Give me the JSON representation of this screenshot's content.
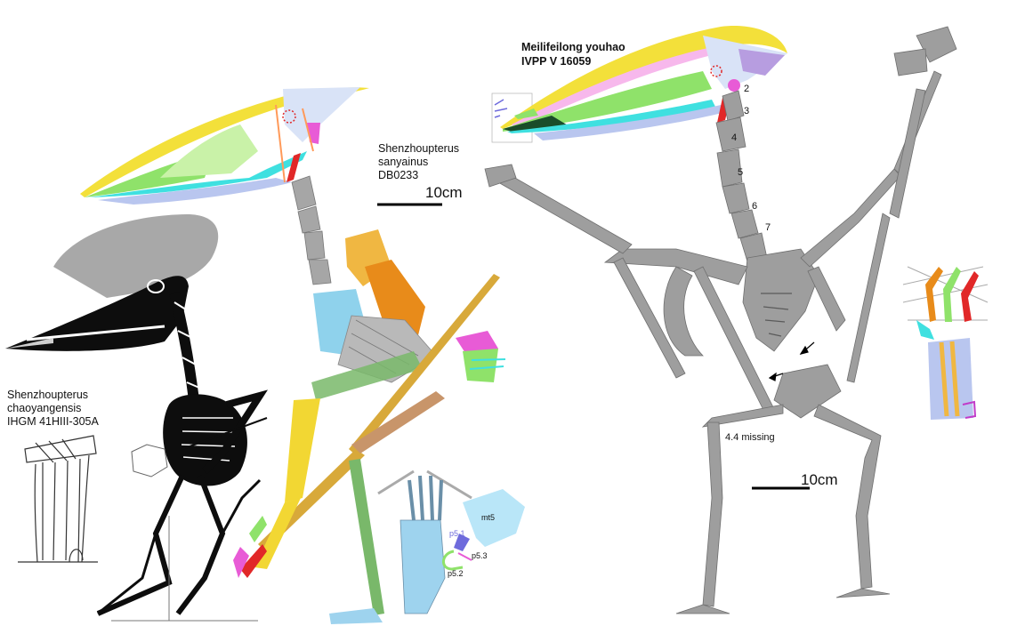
{
  "specimens": {
    "left": {
      "genus": "Shenzhoupterus",
      "species": "chaoyangensis",
      "catalog": "IHGM 41HIII-305A"
    },
    "middle": {
      "genus": "Shenzhoupterus",
      "species": "sanyainus",
      "catalog": "DB0233"
    },
    "right": {
      "name": "Meilifeilong youhao",
      "catalog": "IVPP V 16059"
    }
  },
  "scale_bars": {
    "middle": "10cm",
    "right": "10cm"
  },
  "vertebra_numbers": [
    "2",
    "3",
    "4",
    "5",
    "6",
    "7"
  ],
  "annotations": {
    "missing": "4.4 missing"
  },
  "foot_labels": {
    "mt5": "mt5",
    "p51": "p5.1",
    "p52": "p5.2",
    "p53": "p5.3"
  },
  "colors": {
    "bone_gray": "#9e9e9e",
    "silhouette_black": "#0d0d0d",
    "crest_gray": "#a8a8a8",
    "premaxilla_yellow": "#f3e03a",
    "maxilla_green": "#8fe26a",
    "jugal_cyan": "#3fe0e0",
    "palate_lavender": "#b9c6ef",
    "quadrate_red": "#e12828",
    "pterygoid_magenta": "#e85bd6",
    "scapula_orange": "#e88b1a",
    "coracoid_gold": "#f0b742",
    "sternum_blue": "#8fd2ec",
    "humerus_yellow": "#f2d733",
    "wing_gold": "#d8a93a",
    "tibia_green": "#79b86a",
    "pes_blue": "#9ed3ee"
  }
}
